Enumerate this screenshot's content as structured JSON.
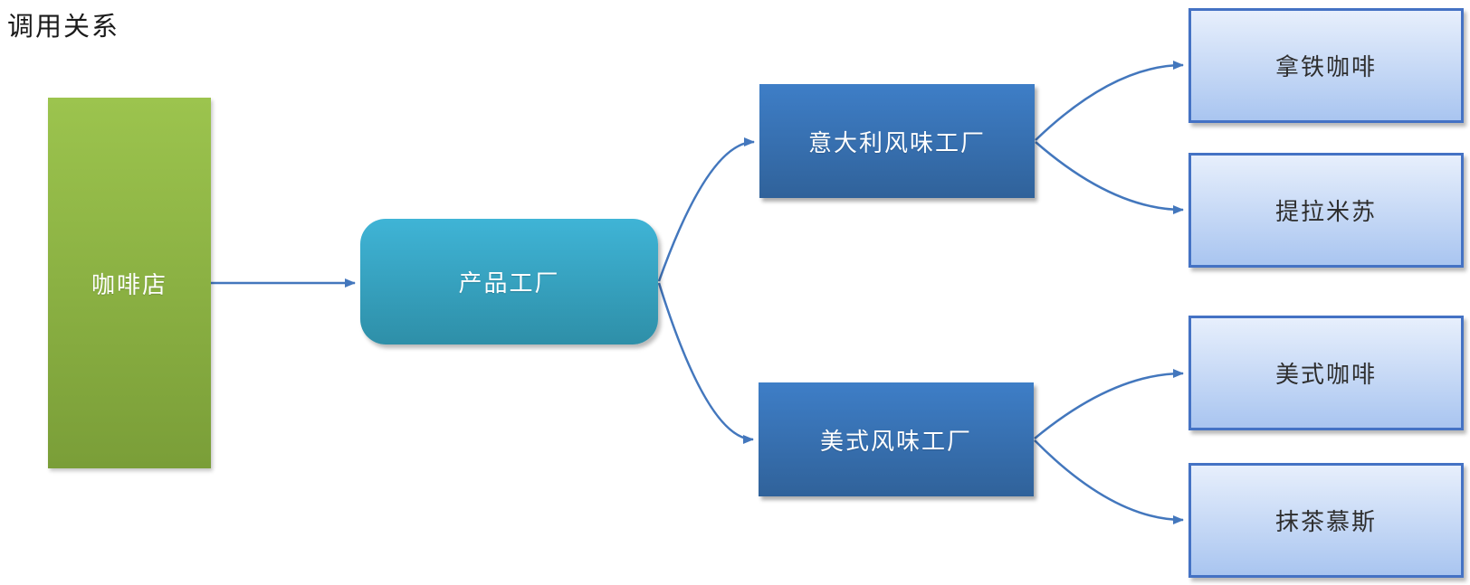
{
  "title": "调用关系",
  "nodes": {
    "shop": {
      "label": "咖啡店"
    },
    "product_factory": {
      "label": "产品工厂"
    },
    "italian_factory": {
      "label": "意大利风味工厂"
    },
    "american_factory": {
      "label": "美式风味工厂"
    },
    "latte": {
      "label": "拿铁咖啡"
    },
    "tiramisu": {
      "label": "提拉米苏"
    },
    "americano": {
      "label": "美式咖啡"
    },
    "matcha_mousse": {
      "label": "抹茶慕斯"
    }
  },
  "connections": [
    {
      "from": "咖啡店",
      "to": "产品工厂"
    },
    {
      "from": "产品工厂",
      "to": "意大利风味工厂"
    },
    {
      "from": "产品工厂",
      "to": "美式风味工厂"
    },
    {
      "from": "意大利风味工厂",
      "to": "拿铁咖啡"
    },
    {
      "from": "意大利风味工厂",
      "to": "提拉米苏"
    },
    {
      "from": "美式风味工厂",
      "to": "美式咖啡"
    },
    {
      "from": "美式风味工厂",
      "to": "抹茶慕斯"
    }
  ],
  "colors": {
    "shop_gradient_top": "#9cc44e",
    "shop_gradient_bottom": "#7a9e38",
    "product_factory_gradient_top": "#3fb4d6",
    "product_factory_gradient_bottom": "#2e8fa8",
    "flavor_factory_gradient_top": "#3e7ec7",
    "flavor_factory_gradient_bottom": "#30629a",
    "product_box_gradient_top": "#e7effc",
    "product_box_gradient_bottom": "#a9c5f0",
    "product_box_border": "#4472c4",
    "connector": "#4377bd"
  }
}
